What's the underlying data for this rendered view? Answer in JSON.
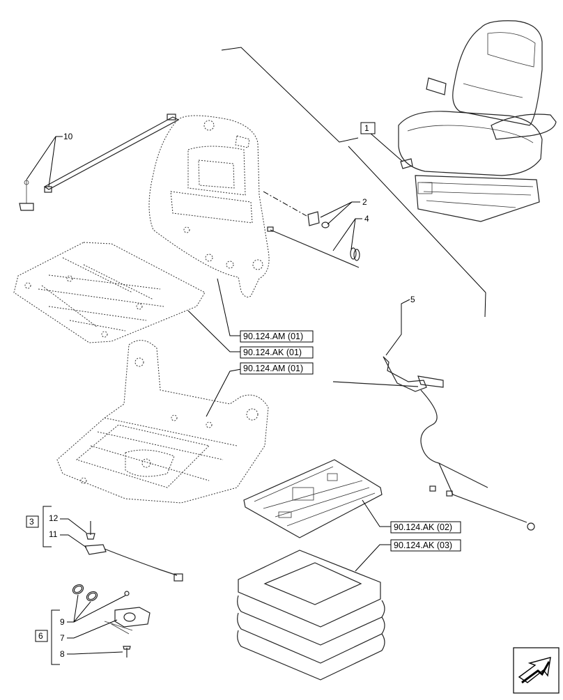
{
  "callouts": {
    "c1": "1",
    "c2": "2",
    "c3": "3",
    "c4": "4",
    "c5": "5",
    "c6": "6",
    "c7": "7",
    "c8": "8",
    "c9": "9",
    "c10": "10",
    "c11": "11",
    "c12": "12"
  },
  "references": {
    "ref_am_upper": "90.124.AM (01)",
    "ref_ak_01": "90.124.AK (01)",
    "ref_am_lower": "90.124.AM (01)",
    "ref_ak_02": "90.124.AK (02)",
    "ref_ak_03": "90.124.AK (03)"
  },
  "icons": {
    "navigation": "arrow-icon"
  }
}
